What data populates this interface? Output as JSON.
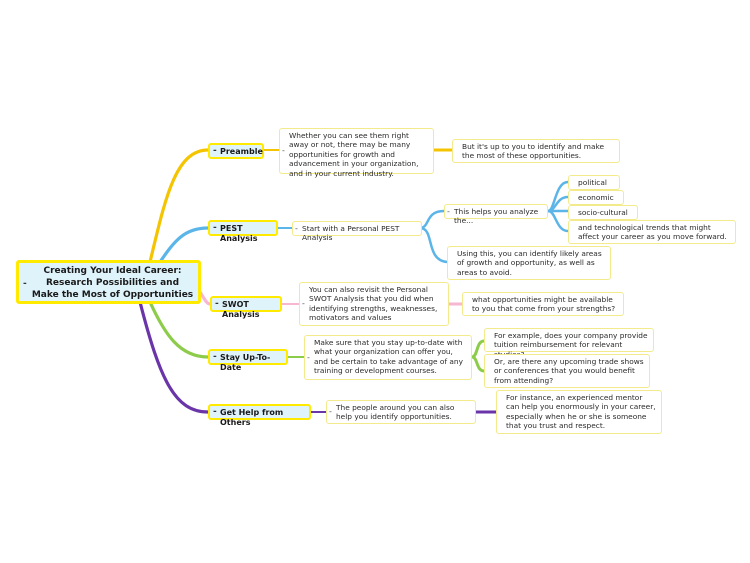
{
  "colors": {
    "preamble": "#f5c400",
    "pest": "#5bb5e8",
    "swot": "#f7b6d2",
    "stay": "#8ccc4a",
    "help": "#6a35a8",
    "border": "#ffea00",
    "fill": "#dff3fb"
  },
  "collapse_icon": "minus-sign",
  "root": {
    "title": "Creating Your Ideal Career: Research Possibilities and Make the Most of Opportunities",
    "toggle": "-"
  },
  "branches": [
    {
      "label": "Preamble",
      "toggle": "-",
      "children": [
        {
          "text": "Whether you can see them right away or not, there may be many opportunities for growth and advancement in your organization, and in your current industry.",
          "toggle": "-"
        },
        {
          "text": "But it's up to you to identify and make the most of these opportunities."
        }
      ]
    },
    {
      "label": "PEST Analysis",
      "toggle": "-",
      "children": [
        {
          "text": "Start with a Personal PEST Analysis",
          "toggle": "-"
        },
        {
          "text": "This helps you analyze the...",
          "toggle": "-"
        },
        {
          "text": "political"
        },
        {
          "text": "economic"
        },
        {
          "text": "socio-cultural"
        },
        {
          "text": "and technological trends that might affect your career as you move forward."
        },
        {
          "text": "Using this, you can identify likely areas of growth and opportunity, as well as areas to avoid."
        }
      ]
    },
    {
      "label": "SWOT Analysis",
      "toggle": "-",
      "children": [
        {
          "text": "You can also revisit the Personal SWOT Analysis that you did when identifying strengths, weaknesses, motivators and values",
          "toggle": "-"
        },
        {
          "text": "what opportunities might be available to you that come from your strengths?"
        }
      ]
    },
    {
      "label": "Stay Up-To-Date",
      "toggle": "-",
      "children": [
        {
          "text": "Make sure that you stay up-to-date with what your organization can offer you, and be certain to take advantage of any training or development courses.",
          "toggle": "-"
        },
        {
          "text": "For example, does your company provide tuition reimbursement for relevant studies?"
        },
        {
          "text": "Or, are there any upcoming trade shows or conferences that you would benefit from attending?"
        }
      ]
    },
    {
      "label": "Get Help from Others",
      "toggle": "-",
      "children": [
        {
          "text": "The people around you can also help you identify opportunities.",
          "toggle": "-"
        },
        {
          "text": "For instance, an experienced mentor can help you enormously in your career, especially when he or she is someone that you trust and respect."
        }
      ]
    }
  ]
}
